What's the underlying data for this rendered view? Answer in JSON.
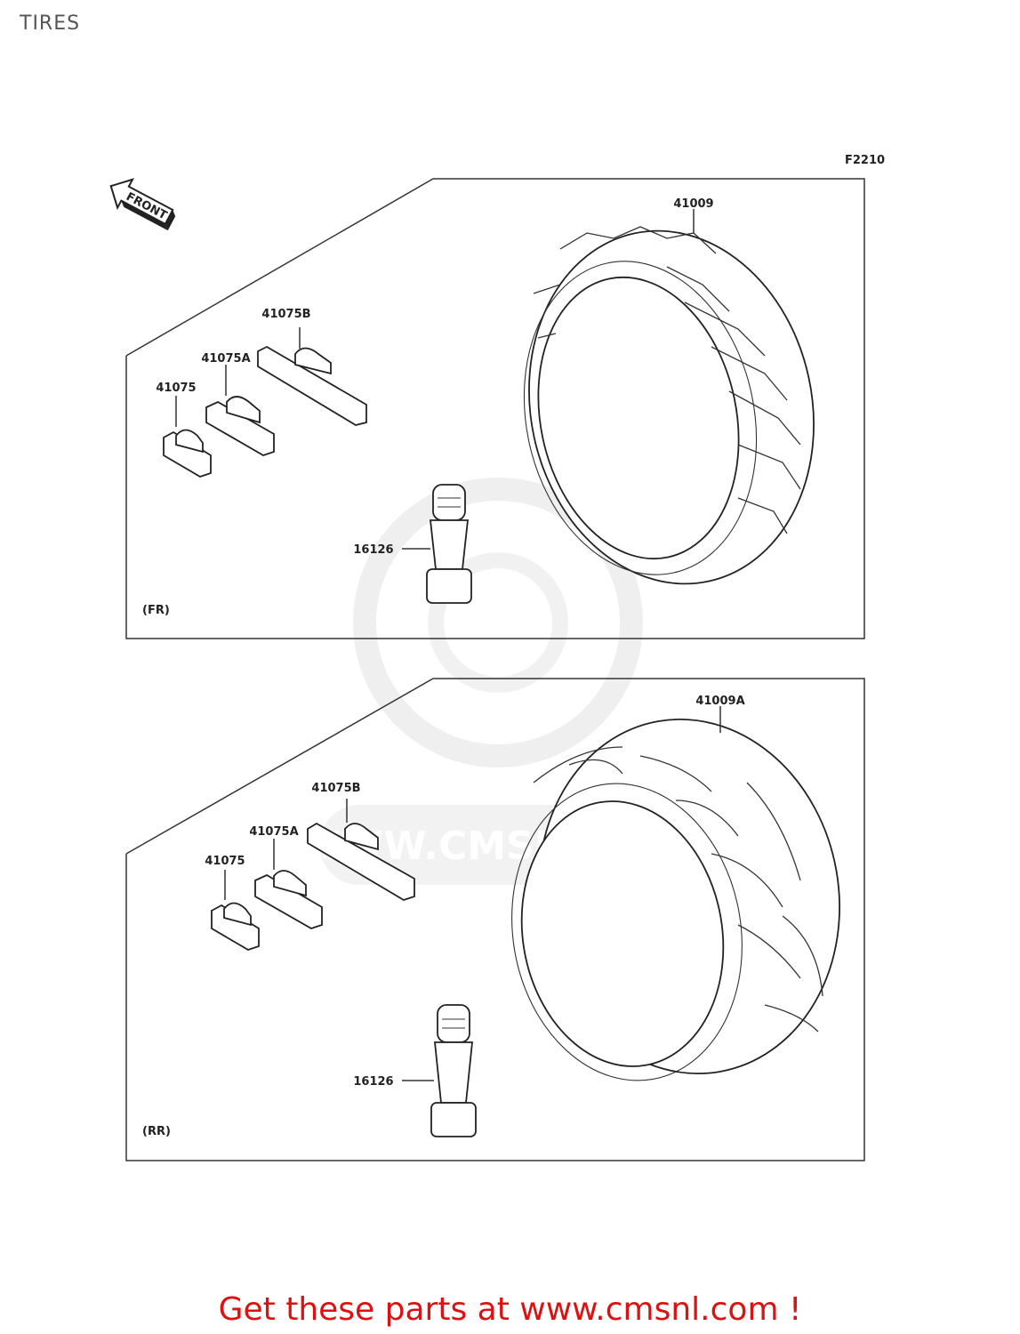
{
  "title": "TIRES",
  "figure_code": "F2210",
  "direction_label": "FRONT",
  "panels": [
    {
      "id": "front",
      "label": "(FR)",
      "parts": {
        "tire": "41009",
        "weight_small": "41075",
        "weight_medium": "41075A",
        "weight_large": "41075B",
        "valve": "16126"
      }
    },
    {
      "id": "rear",
      "label": "(RR)",
      "parts": {
        "tire": "41009A",
        "weight_small": "41075",
        "weight_medium": "41075A",
        "weight_large": "41075B",
        "valve": "16126"
      }
    }
  ],
  "watermark": "WWW.CMSNL.COM",
  "footer": "Get these parts at www.cmsnl.com !",
  "colors": {
    "footer": "#dd1111",
    "line": "#333333",
    "watermark": "#e0e0e0"
  }
}
